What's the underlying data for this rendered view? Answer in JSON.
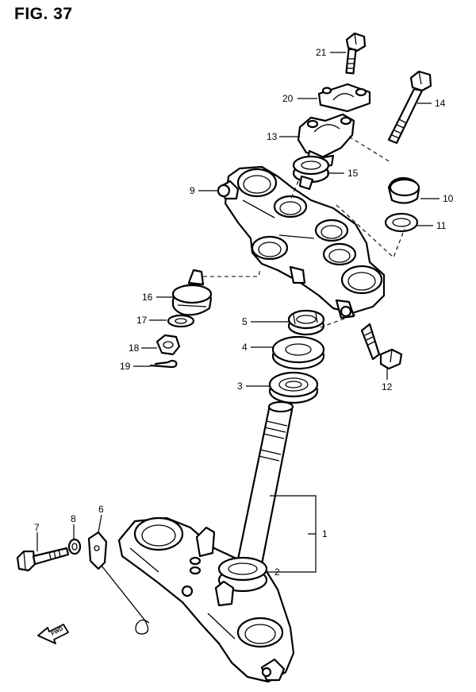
{
  "figure": {
    "title": "FIG. 37"
  },
  "callouts": {
    "c1": "1",
    "c2": "2",
    "c3": "3",
    "c4": "4",
    "c5": "5",
    "c6": "6",
    "c7": "7",
    "c8": "8",
    "c9": "9",
    "c10": "10",
    "c11": "11",
    "c12": "12",
    "c13": "13",
    "c14": "14",
    "c15": "15",
    "c16": "16",
    "c17": "17",
    "c18": "18",
    "c19": "19",
    "c20": "20",
    "c21": "21"
  },
  "direction_marker": {
    "text": "FWD"
  }
}
